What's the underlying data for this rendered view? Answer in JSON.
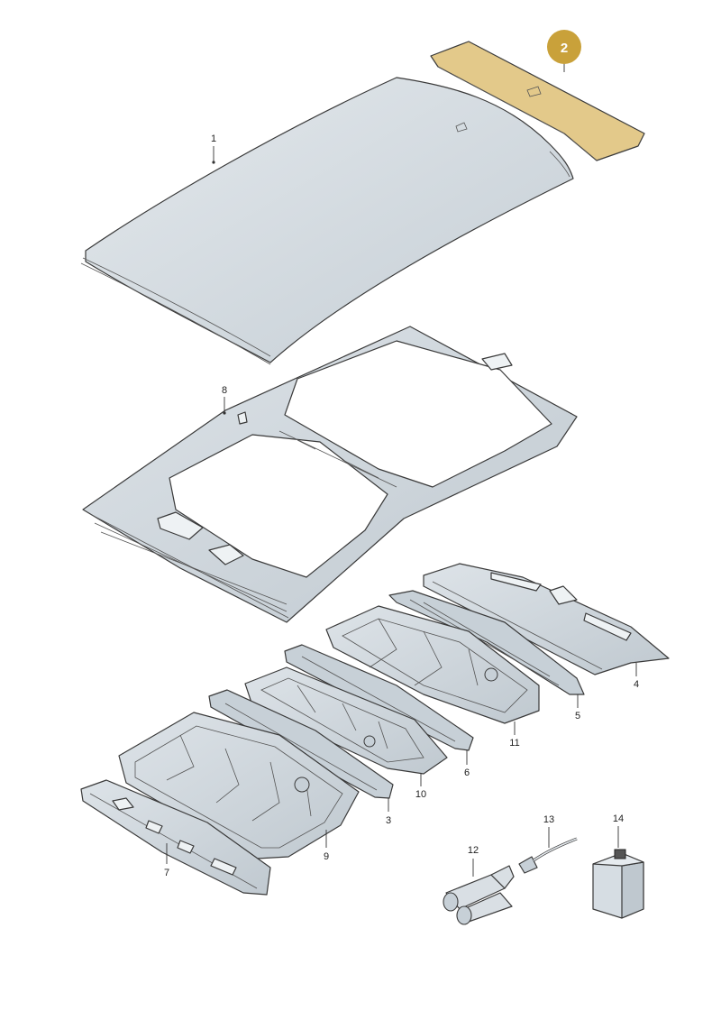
{
  "diagram": {
    "highlight_color": "#c9a13a",
    "part_fill": "#d6dde3",
    "part_fill_dark": "#b9c3cb",
    "highlighted_part": "2",
    "labels": {
      "p1": "1",
      "p2": "2",
      "p3": "3",
      "p4": "4",
      "p5": "5",
      "p6": "6",
      "p7": "7",
      "p8": "8",
      "p9": "9",
      "p10": "10",
      "p11": "11",
      "p12": "12",
      "p13": "13",
      "p14": "14"
    }
  }
}
